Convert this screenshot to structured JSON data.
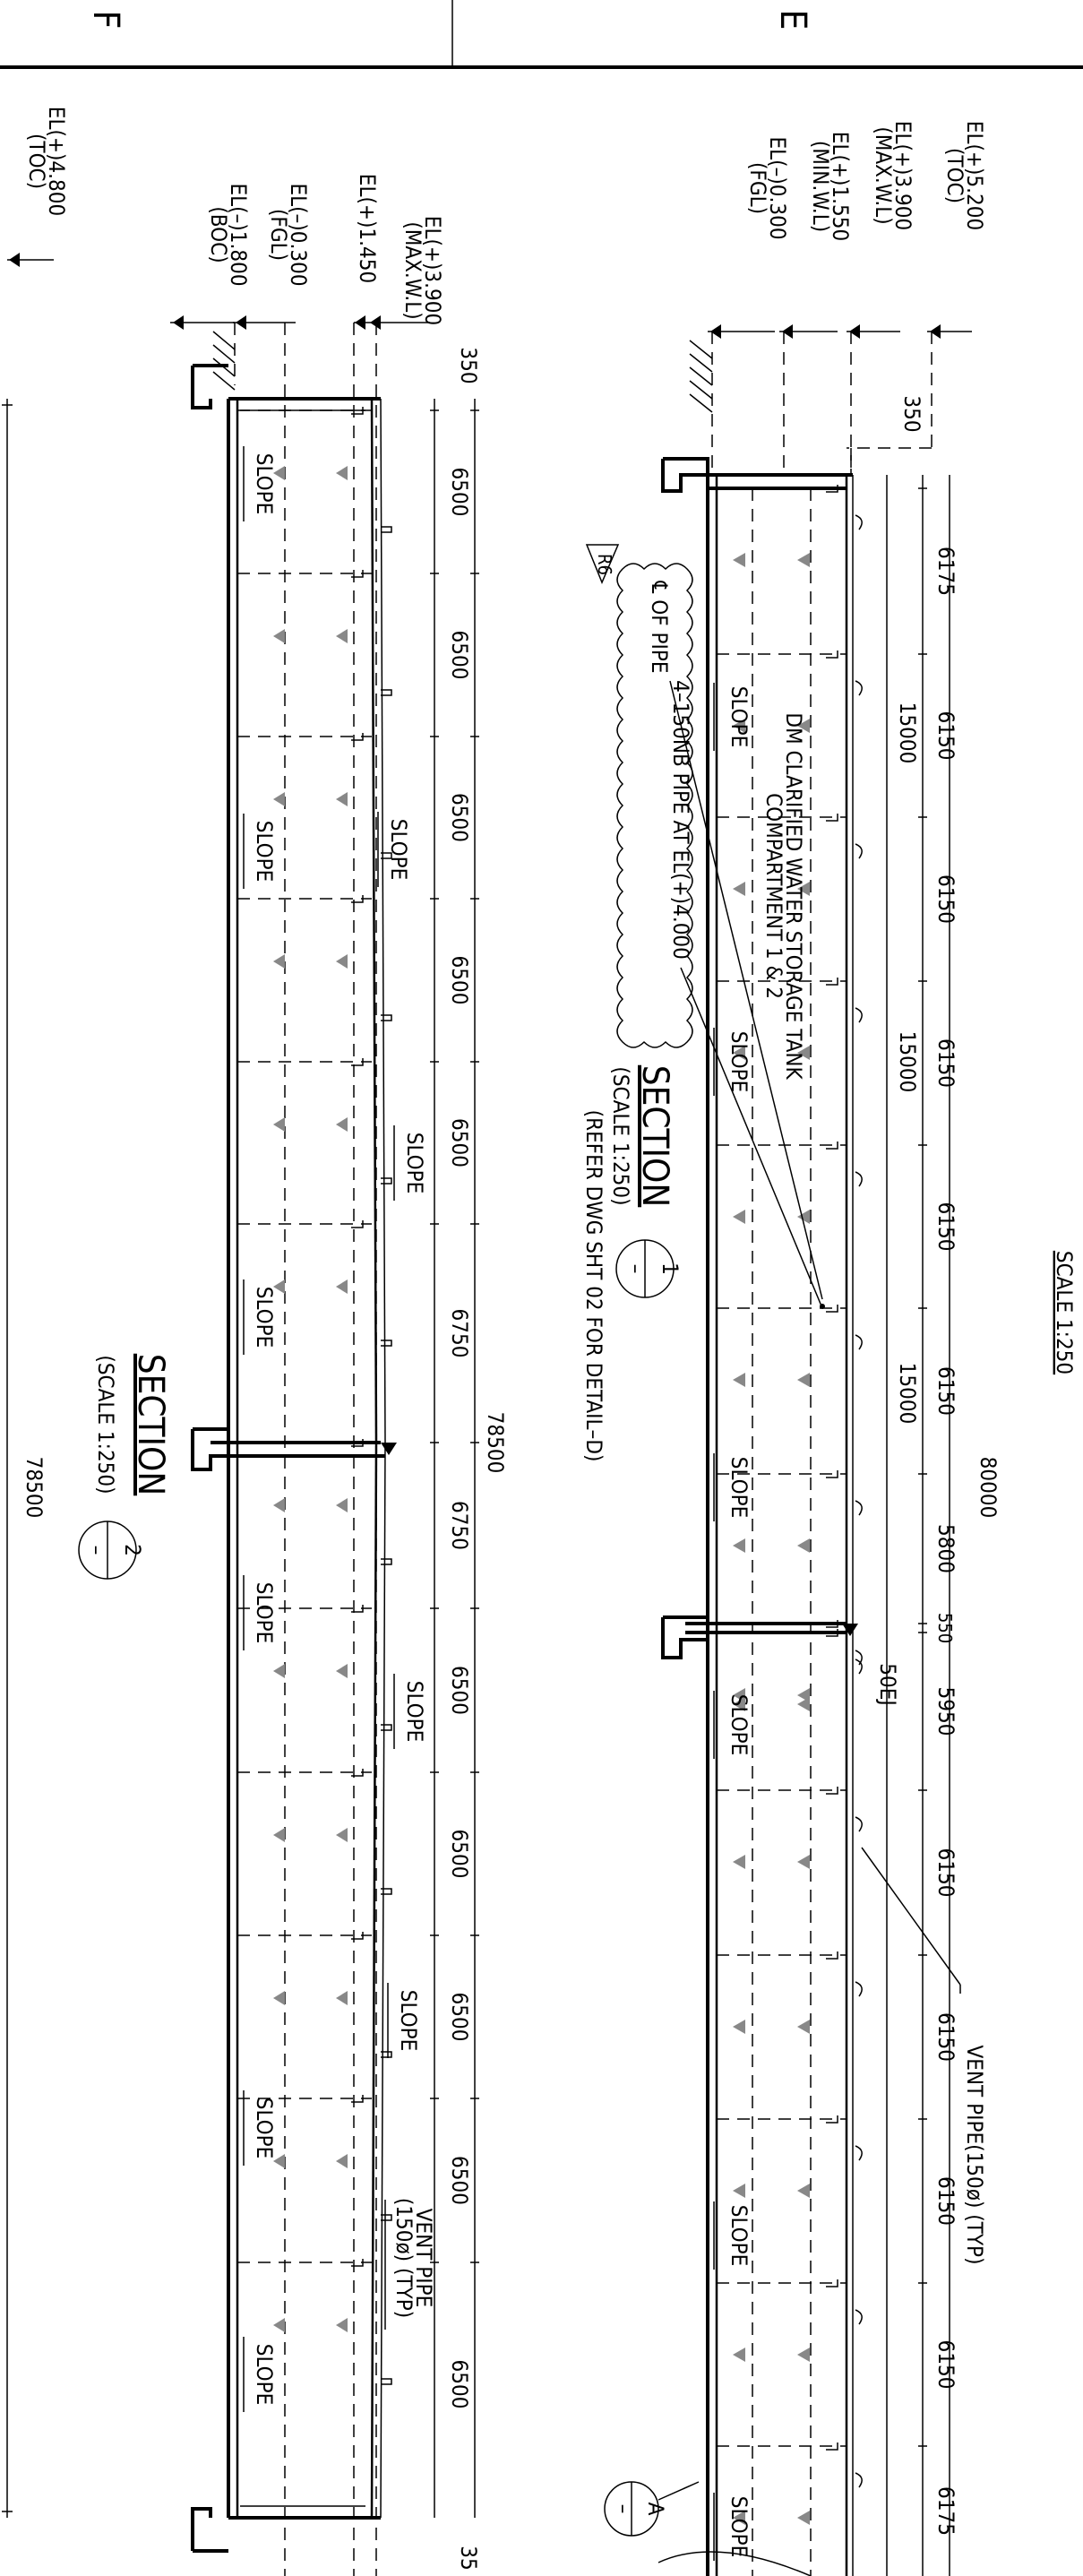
{
  "sheet": {
    "grid_labels": [
      "F",
      "E"
    ],
    "scale_note": "SCALE 1:250"
  },
  "section1": {
    "title": "SECTION",
    "scale": "(SCALE 1:250)",
    "bubble_top": "1",
    "bubble_bottom": "–",
    "refer_note": "(REFER DWG SHT 02 FOR DETAIL–D)",
    "overall_dim": "80000",
    "elevations": [
      {
        "value": "EL(+)5.200",
        "note": "(TOC)"
      },
      {
        "value": "EL(+)3.900",
        "note": "(MAX.W.L)"
      },
      {
        "value": "EL(+)1.550",
        "note": "(MIN.W.L)"
      },
      {
        "value": "EL(–)0.300",
        "note": "(FGL)"
      }
    ],
    "bays": [
      "6175",
      "6150",
      "6150",
      "6150",
      "6150",
      "6150",
      "5800",
      "550",
      "5950",
      "6150",
      "6150",
      "6150",
      "6150",
      "6175"
    ],
    "sub_dims": [
      "15000",
      "15000",
      "15000"
    ],
    "small_dims": [
      "350",
      "50EJ"
    ],
    "tank_label": [
      "DM CLARIFIED WATER STORAGE TANK",
      "COMPARTMENT 1 & 2"
    ],
    "pipe_note": [
      "4–150NB PIPE AT EL(+)4.000",
      "℄ OF PIPE"
    ],
    "revision_tag": "R6",
    "vent_label": "VENT PIPE(150ø) (TYP)",
    "slope_label": "SLOPE",
    "detail_bubble": {
      "top": "A",
      "bottom": "–"
    }
  },
  "section2": {
    "title": "SECTION",
    "scale": "(SCALE 1:250)",
    "bubble_top": "2",
    "bubble_bottom": "–",
    "overall_dim": "78500",
    "overall_dim_outer": "78500",
    "elevations_left": [
      {
        "value": "EL(+)4.800",
        "note": "(TOC)"
      }
    ],
    "elevations": [
      {
        "value": "EL(+)3.900",
        "note": "(MAX.W.L)"
      },
      {
        "value": "EL(+)1.450",
        "note": ""
      },
      {
        "value": "EL(–)0.300",
        "note": "(FGL)"
      },
      {
        "value": "EL(–)1.800",
        "note": "(BOC)"
      }
    ],
    "bays": [
      "6500",
      "6500",
      "6500",
      "6500",
      "6500",
      "6750",
      "6750",
      "6500",
      "6500",
      "6500",
      "6500",
      "6500"
    ],
    "small_dims": [
      "350",
      "35"
    ],
    "vent_label": [
      "VENT PIPE",
      "(150ø) (TYP)"
    ],
    "slope_label": "SLOPE"
  }
}
